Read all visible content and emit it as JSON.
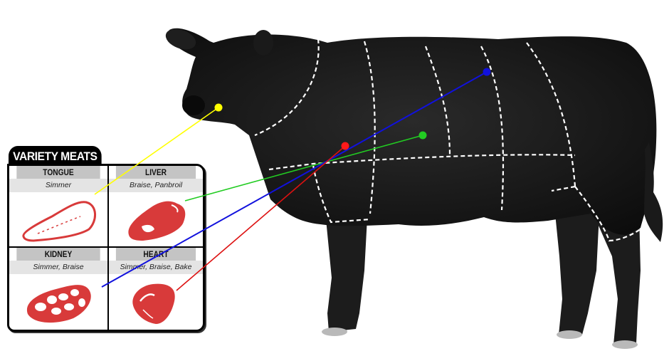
{
  "panel": {
    "title": "VARIETY MEATS",
    "items": [
      {
        "name": "TONGUE",
        "method": "Simmer",
        "color": "#ffff00",
        "dot": [
          307,
          151
        ],
        "end": [
          133,
          273
        ]
      },
      {
        "name": "LIVER",
        "method": "Braise, Panbroil",
        "color": "#22cc22",
        "dot": [
          594,
          190
        ],
        "end": [
          260,
          282
        ]
      },
      {
        "name": "KIDNEY",
        "method": "Simmer, Braise",
        "color": "#1111dd",
        "dot": [
          684,
          101
        ],
        "end": [
          143,
          403
        ]
      },
      {
        "name": "HEART",
        "method": "Simmer, Braise, Bake",
        "color": "#dd1111",
        "dot": [
          485,
          205
        ],
        "end": [
          248,
          408
        ]
      }
    ]
  },
  "colors": {
    "meat": "#d83a3a",
    "cow": "#141414",
    "cut_lines": "#ffffff"
  }
}
